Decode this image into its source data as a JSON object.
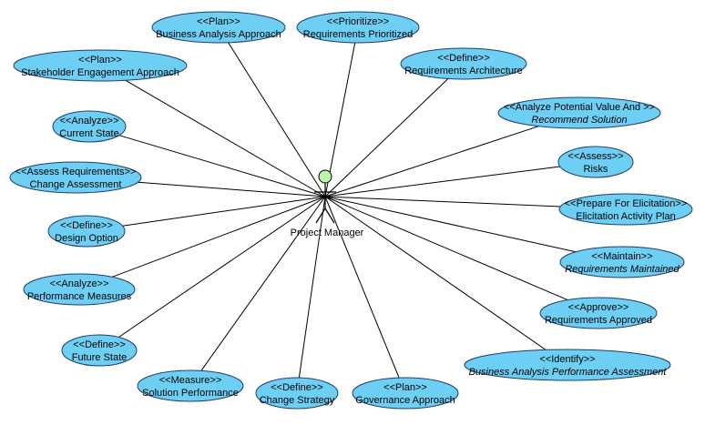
{
  "actor": {
    "name": "Project Manager"
  },
  "use_cases": [
    {
      "id": "business-analysis-approach",
      "stereotype": "<<Plan>>",
      "name": "Business Analysis Approach",
      "italic": false
    },
    {
      "id": "requirements-prioritized",
      "stereotype": "<<Prioritize>>",
      "name": "Requirements Prioritized",
      "italic": false
    },
    {
      "id": "stakeholder-engagement-approach",
      "stereotype": "<<Plan>>",
      "name": "Stakeholder Engagement Approach",
      "italic": false
    },
    {
      "id": "requirements-architecture",
      "stereotype": "<<Define>>",
      "name": "Requirements Architecture",
      "italic": false
    },
    {
      "id": "current-state",
      "stereotype": "<<Analyze>>",
      "name": "Current State",
      "italic": false
    },
    {
      "id": "recommend-solution",
      "stereotype": "<<Analyze Potential Value And >>",
      "name": "Recommend Solution",
      "italic": true
    },
    {
      "id": "risks",
      "stereotype": "<<Assess>>",
      "name": "Risks",
      "italic": false
    },
    {
      "id": "change-assessment",
      "stereotype": "<<Assess Requirements>>",
      "name": "Change Assessment",
      "italic": false
    },
    {
      "id": "elicitation-activity-plan",
      "stereotype": "<<Prepare For Elicitation>>",
      "name": "Elicitation Activity Plan",
      "italic": false
    },
    {
      "id": "design-option",
      "stereotype": "<<Define>>",
      "name": "Design Option",
      "italic": false
    },
    {
      "id": "requirements-maintained",
      "stereotype": "<<Maintain>>",
      "name": "Requirements Maintained",
      "italic": true
    },
    {
      "id": "performance-measures",
      "stereotype": "<<Analyze>>",
      "name": "Performance Measures",
      "italic": false
    },
    {
      "id": "requirements-approved",
      "stereotype": "<<Approve>>",
      "name": "Requirements Approved",
      "italic": false
    },
    {
      "id": "future-state",
      "stereotype": "<<Define>>",
      "name": "Future State",
      "italic": false
    },
    {
      "id": "business-analysis-performance-assessment",
      "stereotype": "<<Identify>>",
      "name": "Business Analysis Performance Assessment",
      "italic": true
    },
    {
      "id": "solution-performance",
      "stereotype": "<<Measure>>",
      "name": "Solution Performance",
      "italic": false
    },
    {
      "id": "change-strategy",
      "stereotype": "<<Define>>",
      "name": "Change Strategy",
      "italic": false
    },
    {
      "id": "governance-approach",
      "stereotype": "<<Plan>>",
      "name": "Governance Approach",
      "italic": false
    }
  ],
  "colors": {
    "use_case_fill": "#6ecff5",
    "use_case_stroke": "#1f3d6b",
    "actor_head_fill": "#b9f5a6",
    "line": "#000000",
    "background": "#ffffff"
  }
}
